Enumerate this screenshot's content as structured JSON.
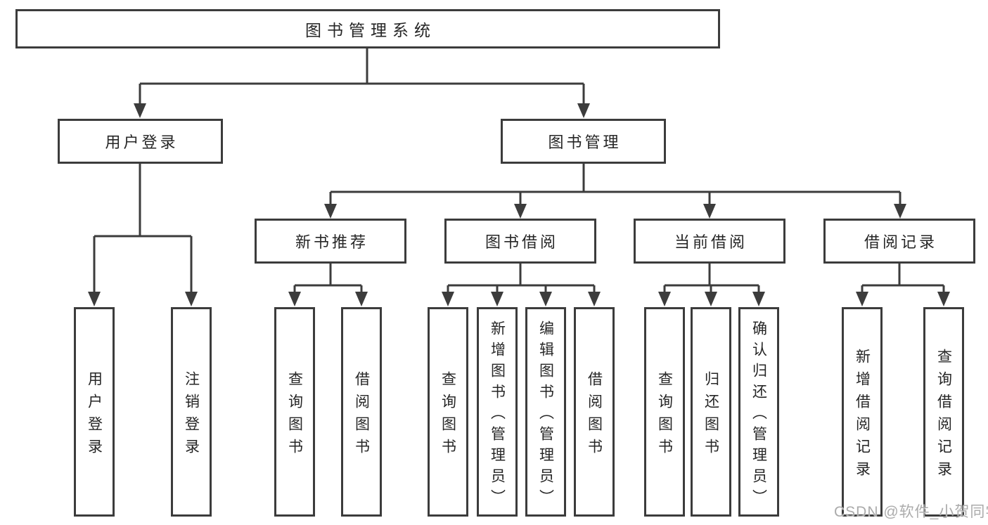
{
  "tree": {
    "root": "图书管理系统",
    "branches": [
      {
        "label": "用户登录",
        "children": [
          "用户登录",
          "注销登录"
        ]
      },
      {
        "label": "图书管理",
        "groups": [
          {
            "label": "新书推荐",
            "children": [
              "查询图书",
              "借阅图书"
            ]
          },
          {
            "label": "图书借阅",
            "children": [
              "查询图书",
              "新增图书（管理员）",
              "编辑图书（管理员）",
              "借阅图书"
            ]
          },
          {
            "label": "当前借阅",
            "children": [
              "查询图书",
              "归还图书",
              "确认归还（管理员）"
            ]
          },
          {
            "label": "借阅记录",
            "children": [
              "新增借阅记录",
              "查询借阅记录"
            ]
          }
        ]
      }
    ]
  },
  "watermark": {
    "text": "CSDN @软件_小贺同学"
  },
  "colors": {
    "line": "#3c3c3c",
    "text": "#262626",
    "background": "#ffffff",
    "watermark": "#ababab"
  }
}
